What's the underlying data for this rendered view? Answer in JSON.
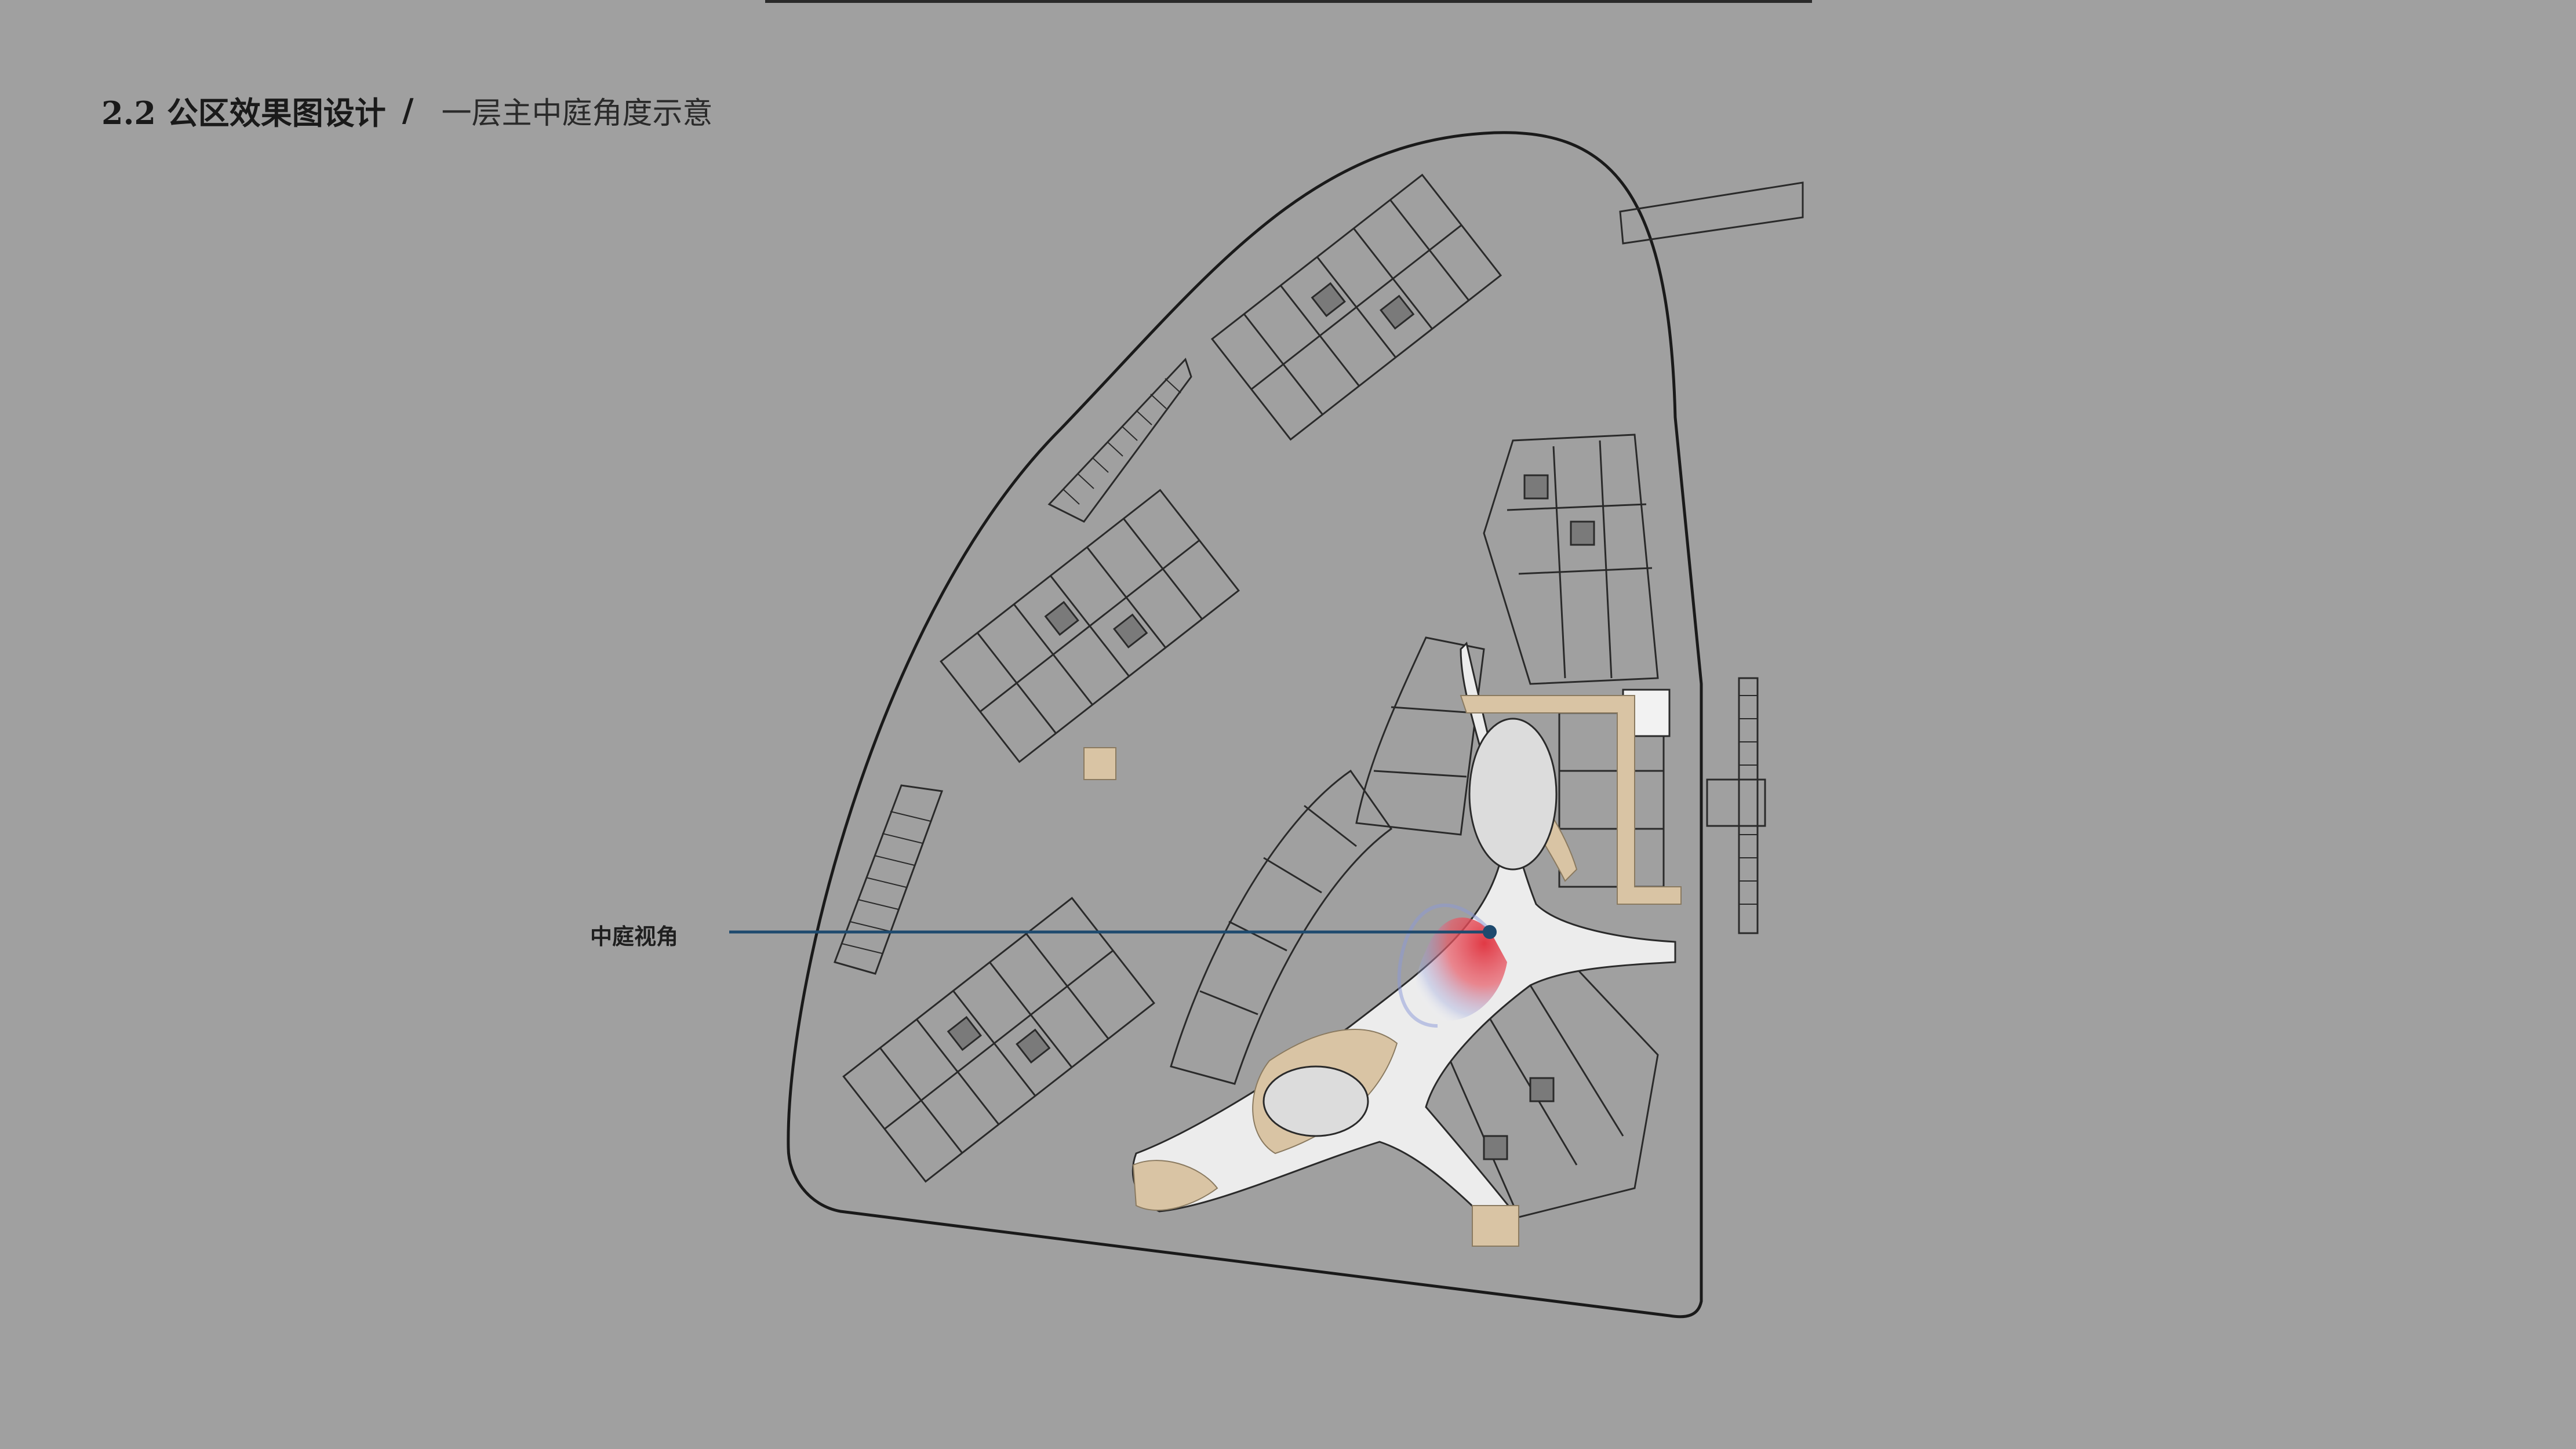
{
  "header": {
    "title": "2.2 公区效果图设计",
    "separator": "/",
    "subtitle": "一层主中庭角度示意"
  },
  "callout": {
    "label": "中庭视角"
  },
  "colors": {
    "background": "#a0a0a0",
    "line": "#2a2a2a",
    "atrium_fill": "#e6e6e6",
    "accent_beige": "#d9c4a4",
    "callout_line": "#1e4a6e",
    "view_cone": "#e0303c"
  },
  "icons": {
    "view_point": "camera-viewpoint-dot",
    "view_cone": "red-view-cone"
  }
}
